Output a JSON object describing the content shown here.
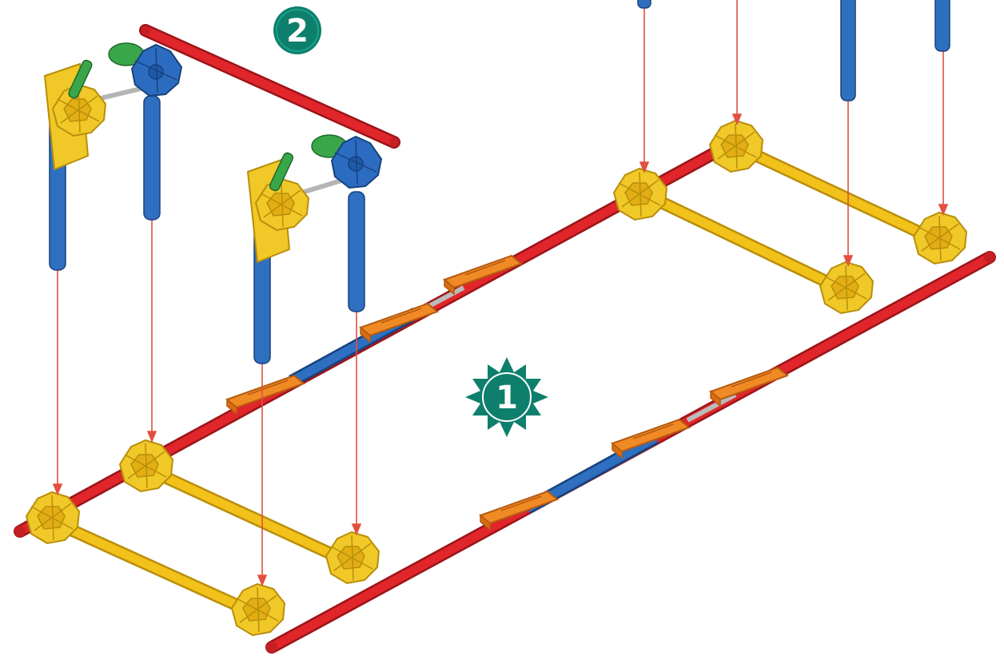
{
  "step_badges": [
    {
      "label": "1",
      "shape": "starburst"
    },
    {
      "label": "2",
      "shape": "circle"
    }
  ],
  "colors": {
    "badge": "#0e7f6c",
    "rod_red": "#e0262b",
    "rod_blue": "#2f6fc0",
    "rod_yellow": "#f2c21b",
    "connector_yellow": "#f0c828",
    "connector_blue": "#2c6cc0",
    "connector_orange": "#f08a24",
    "connector_green": "#3aa64a",
    "arrow_line": "#e3503f"
  },
  "icons": [
    "starburst-badge-icon",
    "circle-badge-icon",
    "knex-frame-icon"
  ]
}
